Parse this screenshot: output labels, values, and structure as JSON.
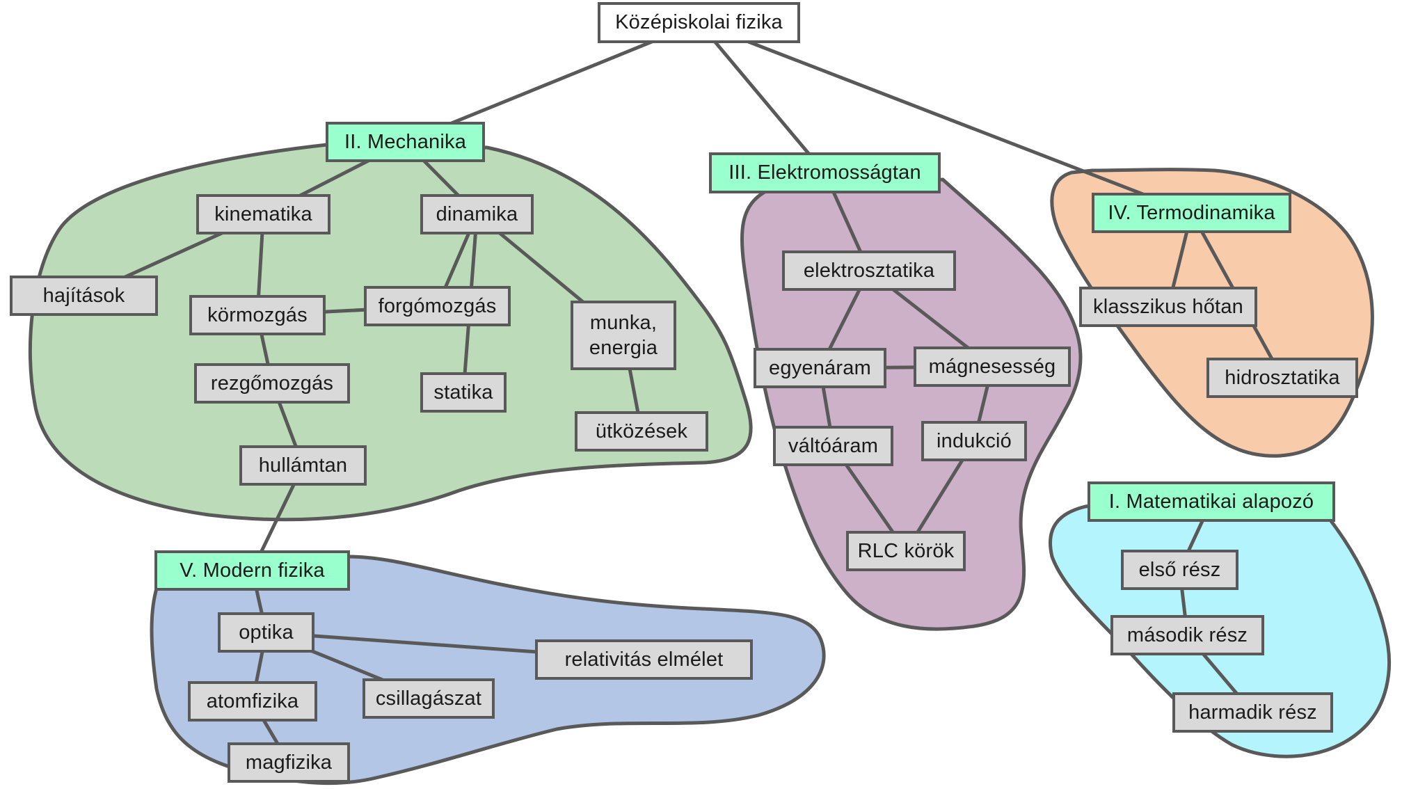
{
  "colors": {
    "node_fill": "#d9d9d9",
    "root_fill": "#ffffff",
    "section_fill": "#99ffcc",
    "outline": "#595959",
    "mechanika_region": "#bcdcb9",
    "elektromossagtan_region": "#ccb1c8",
    "termodinamika_region": "#f8cbab",
    "matematika_region": "#b4f4fc",
    "modern_region": "#b3c6e6"
  },
  "nodes": {
    "root": "Középiskolai fizika",
    "mechanika": "II. Mechanika",
    "elektromossagtan": "III. Elektromosságtan",
    "termodinamika": "IV. Termodinamika",
    "matematika": "I. Matematikai alapozó",
    "modern": "V. Modern fizika",
    "kinematika": "kinematika",
    "dinamika": "dinamika",
    "hajitasok": "hajítások",
    "kormozgas": "körmozgás",
    "forgomozgas": "forgómozgás",
    "munka": "munka,\nenergia",
    "rezgomozgas": "rezgőmozgás",
    "statika": "statika",
    "utkozesek": "ütközések",
    "hullamtan": "hullámtan",
    "elektrosztatika": "elektrosztatika",
    "egyenaram": "egyenáram",
    "magnesesseg": "mágnesesség",
    "valtoaram": "váltóáram",
    "indukcio": "indukció",
    "rlc": "RLC körök",
    "klasszikus": "klasszikus hőtan",
    "hidrosztatika": "hidrosztatika",
    "elso": "első rész",
    "masodik": "második rész",
    "harmadik": "harmadik rész",
    "optika": "optika",
    "relativitas": "relativitás elmélet",
    "atomfizika": "atomfizika",
    "csillagaszat": "csillagászat",
    "magfizika": "magfizika"
  },
  "edges": [
    [
      "root",
      "mechanika"
    ],
    [
      "root",
      "elektromossagtan"
    ],
    [
      "root",
      "termodinamika"
    ],
    [
      "mechanika",
      "kinematika"
    ],
    [
      "mechanika",
      "dinamika"
    ],
    [
      "kinematika",
      "hajitasok"
    ],
    [
      "kinematika",
      "kormozgas"
    ],
    [
      "kormozgas",
      "forgomozgas"
    ],
    [
      "kormozgas",
      "rezgomozgas"
    ],
    [
      "dinamika",
      "forgomozgas"
    ],
    [
      "dinamika",
      "statika"
    ],
    [
      "dinamika",
      "munka"
    ],
    [
      "munka",
      "utkozesek"
    ],
    [
      "rezgomozgas",
      "hullamtan"
    ],
    [
      "hullamtan",
      "modern"
    ],
    [
      "elektromossagtan",
      "elektrosztatika"
    ],
    [
      "elektrosztatika",
      "egyenaram"
    ],
    [
      "elektrosztatika",
      "magnesesseg"
    ],
    [
      "egyenaram",
      "magnesesseg"
    ],
    [
      "egyenaram",
      "valtoaram"
    ],
    [
      "magnesesseg",
      "indukcio"
    ],
    [
      "valtoaram",
      "rlc"
    ],
    [
      "indukcio",
      "rlc"
    ],
    [
      "termodinamika",
      "klasszikus"
    ],
    [
      "termodinamika",
      "hidrosztatika"
    ],
    [
      "matematika",
      "elso"
    ],
    [
      "elso",
      "masodik"
    ],
    [
      "masodik",
      "harmadik"
    ],
    [
      "modern",
      "optika"
    ],
    [
      "optika",
      "relativitas"
    ],
    [
      "optika",
      "atomfizika"
    ],
    [
      "optika",
      "csillagaszat"
    ],
    [
      "atomfizika",
      "magfizika"
    ]
  ]
}
